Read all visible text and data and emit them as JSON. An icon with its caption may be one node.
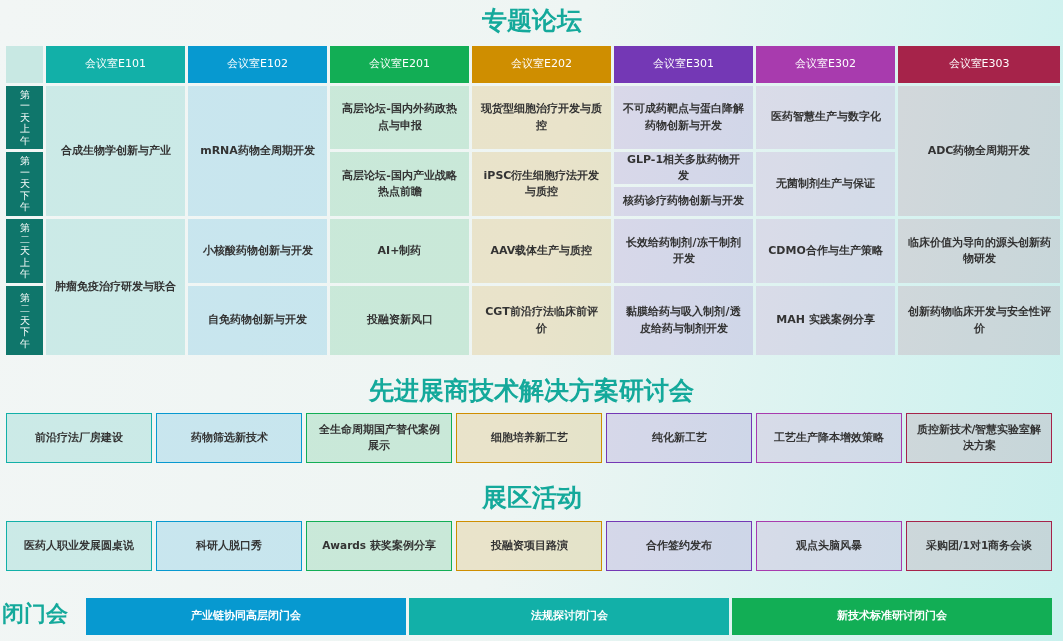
{
  "diagram": {
    "title": "专题论坛",
    "labels": [
      "会议室E101",
      "会议室E102",
      "会议室E201",
      "会议室E202",
      "会议室E301",
      "会议室E302",
      "会议室E303",
      "第一天上午",
      "合成生物学创新与产业",
      "mRNA药物全周期开发",
      "高层论坛-国内外药政热点与申报",
      "现货型细胞治疗开发与质控",
      "不可成药靶点与蛋白降解药物创新与开发",
      "医药智慧生产与数字化",
      "ADC药物全周期开发",
      "第一天下午",
      "高层论坛-国内产业战略热点前瞻",
      "iPSC衍生细胞疗法开发与质控",
      "GLP-1相关多肽药物开发",
      "核药诊疗药物创新与开发",
      "无菌制剂生产与保证",
      "第二天上午",
      "肿瘤免疫治疗研发与联合",
      "小核酸药物创新与开发",
      "AI+制药",
      "AAV载体生产与质控",
      "长效给药制剂/冻干制剂开发",
      "CDMO合作与生产策略",
      "临床价值为导向的源头创新药物研发",
      "第二天下午",
      "自免药物创新与开发",
      "投融资新风口",
      "CGT前沿疗法临床前评价",
      "黏膜给药与吸入制剂/透皮给药与制剂开发",
      "MAH 实践案例分享",
      "创新药物临床开发与安全性评价",
      "先进展商技术解决方案研讨会",
      "前沿疗法厂房建设",
      "药物筛选新技术",
      "全生命周期国产替代案例展示",
      "细胞培养新工艺",
      "纯化新工艺",
      "工艺生产降本增效策略",
      "质控新技术/智慧实验室解决方案",
      "展区活动",
      "医药人职业发展圆桌说",
      "科研人脱口秀",
      "Awards 获奖案例分享",
      "投融资项目路演",
      "合作签约发布",
      "观点头脑风暴",
      "采购团/1对1商务会谈",
      "闭门会",
      "产业链协同高层闭门会",
      "法规探讨闭门会",
      "新技术标准研讨闭门会"
    ]
  }
}
